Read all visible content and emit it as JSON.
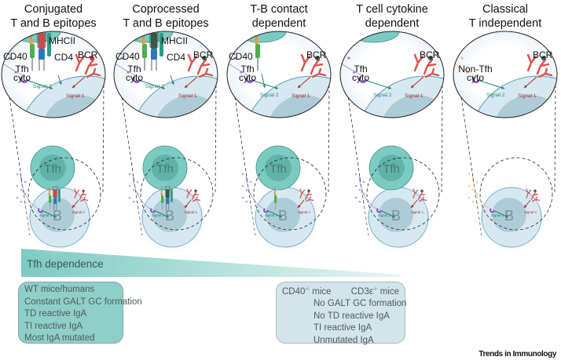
{
  "panels": [
    {
      "title": [
        "Conjugated",
        "T and B epitopes"
      ],
      "labels": {
        "cd40": "CD40",
        "mhcii": "MHCII",
        "cd4": "CD4",
        "bcr": "BCR",
        "cyto1": "Tfh",
        "cyto2": "cyto",
        "signal2": "Signal 2",
        "signal1": "Signal 1"
      },
      "contact": "full",
      "mhc_color": "#d0464c",
      "antigen_color": "#c8323a",
      "cyto_color": "#a98bd0",
      "tfh_cell": true,
      "b_label": "B",
      "tfh_label": "Tfh"
    },
    {
      "title": [
        "Coprocessed",
        "T and B epitopes"
      ],
      "labels": {
        "cd40": "CD40",
        "mhcii": "MHCII",
        "cd4": "CD4",
        "bcr": "BCR",
        "cyto1": "Tfh",
        "cyto2": "cyto",
        "signal2": "Signal 2",
        "signal1": "Signal 1"
      },
      "contact": "full",
      "mhc_color": "#355a4c",
      "antigen_color": "#2f5a45",
      "cyto_color": "#a98bd0",
      "tfh_cell": true,
      "b_label": "B",
      "tfh_label": "Tfh"
    },
    {
      "title": [
        "T-B contact",
        "dependent"
      ],
      "labels": {
        "cd40": "CD40",
        "bcr": "BCR",
        "cyto1": "Tfh",
        "cyto2": "cyto",
        "signal2": "Signal 2",
        "signal1": "Signal 1"
      },
      "contact": "cd40",
      "antigen_color": "#2f5a45",
      "cyto_color": "#a98bd0",
      "tfh_cell": true,
      "b_label": "B",
      "tfh_label": "Tfh"
    },
    {
      "title": [
        "T cell cytokine",
        "dependent"
      ],
      "labels": {
        "bcr": "BCR",
        "cyto1": "Tfh",
        "cyto2": "cyto",
        "signal2": "Signal 2",
        "signal1": "Signal 1"
      },
      "contact": "none",
      "antigen_color": "#2f5a45",
      "cyto_color": "#a98bd0",
      "tfh_cell": true,
      "b_label": "B",
      "tfh_label": "Tfh"
    },
    {
      "title": [
        "Classical",
        "T independent"
      ],
      "labels": {
        "bcr": "BCR",
        "cyto1": "Non-Tfh",
        "cyto2": "cyto",
        "signal2": "Signal 2",
        "signal1": "Signal 1"
      },
      "contact": "none",
      "antigen_color": "#2f5a45",
      "cyto_color": "#f0c08a",
      "tfh_cell": false,
      "b_label": "B"
    }
  ],
  "gradient_bar": {
    "label": "Tfh dependence",
    "from_color": "#7ccbc2",
    "to_color": "#e3f2f1"
  },
  "left_box": {
    "rows": [
      "WT mice/humans",
      "Constant GALT GC formation",
      "TD reactive IgA",
      "TI reactive IgA",
      "Most IgA mutated"
    ]
  },
  "right_box": {
    "header_left": "CD40",
    "header_left_sup": "-/-",
    "header_left_suffix": " mice",
    "header_right": "CD3ε",
    "header_right_sup": "-/-",
    "header_right_suffix": " mice",
    "rows": [
      "No GALT GC formation",
      "No TD reactive IgA",
      "TI reactive IgA",
      "Unmutated IgA"
    ]
  },
  "journal": "Trends in Immunology",
  "colors": {
    "tfh": "#7ccbc2",
    "tfh_inner": "#5fb3a8",
    "b_cell": "#d7e9f0",
    "b_nucleus": "#aecbd8",
    "b_outline": "#5b9bbd",
    "signal2": "#1f8a6e",
    "signal1": "#b02a2f",
    "bcr": "#d9534f"
  }
}
